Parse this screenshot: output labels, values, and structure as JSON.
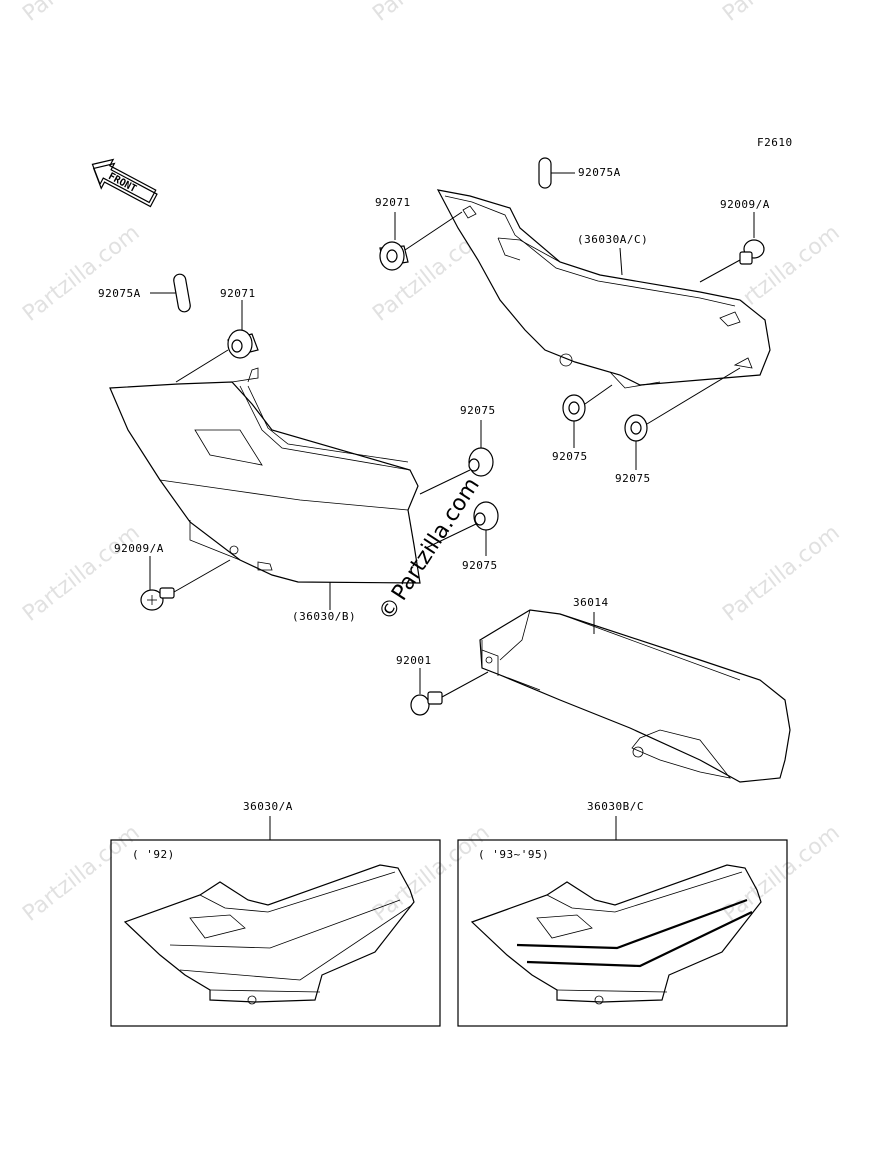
{
  "figure_code": "F2610",
  "front_label": "FRONT",
  "watermark": {
    "text": "Partzilla.com",
    "center_text": "Partzilla.com",
    "copyright_symbol": "©"
  },
  "callouts": {
    "c_92075A_top": "92075A",
    "c_92071_top": "92071",
    "c_92009A_right": "92009/A",
    "c_36030AC": "(36030A/C)",
    "c_92075A_left": "92075A",
    "c_92071_left": "92071",
    "c_92075_1": "92075",
    "c_92075_2": "92075",
    "c_92075_3": "92075",
    "c_92075_4": "92075",
    "c_92009A_left": "92009/A",
    "c_36030B": "(36030/B)",
    "c_36014": "36014",
    "c_92001": "92001"
  },
  "insets": [
    {
      "ref": "36030/A",
      "year": "( '92)"
    },
    {
      "ref": "36030B/C",
      "year": "( '93~'95)"
    }
  ]
}
